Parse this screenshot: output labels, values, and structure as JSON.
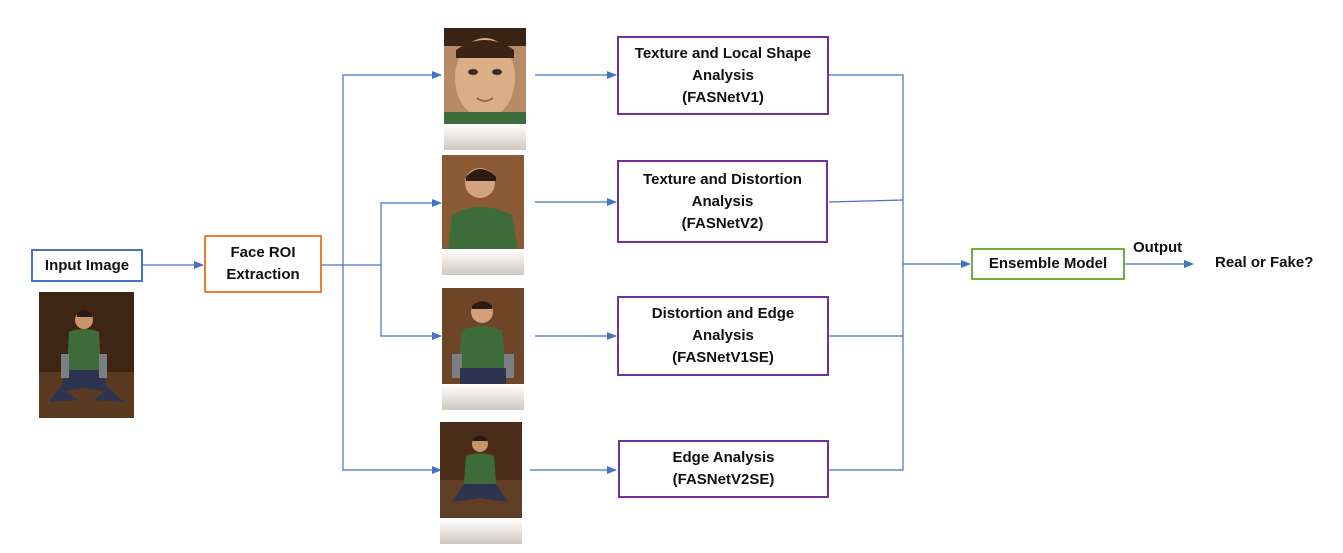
{
  "input": {
    "label": "Input Image"
  },
  "roi": {
    "line1": "Face ROI",
    "line2": "Extraction"
  },
  "analyses": [
    {
      "line1": "Texture and Local Shape",
      "line2": "Analysis",
      "line3": "(FASNetV1)"
    },
    {
      "line1": "Texture and Distortion",
      "line2": "Analysis",
      "line3": "(FASNetV2)"
    },
    {
      "line1": "Distortion and Edge",
      "line2": "Analysis",
      "line3": "(FASNetV1SE)"
    },
    {
      "line1": "Edge Analysis",
      "line2": "(FASNetV2SE)"
    }
  ],
  "ensemble": {
    "label": "Ensemble Model"
  },
  "output": {
    "label": "Output",
    "result": "Real or Fake?"
  },
  "colors": {
    "input_border": "#4472c4",
    "roi_border": "#ed7d31",
    "analysis_border": "#7030a0",
    "ensemble_border": "#70ad47",
    "wire": "#4472c4"
  },
  "images": [
    "full-body-photo",
    "face-closeup",
    "upper-body-crop",
    "seated-crop",
    "full-scene-crop"
  ]
}
